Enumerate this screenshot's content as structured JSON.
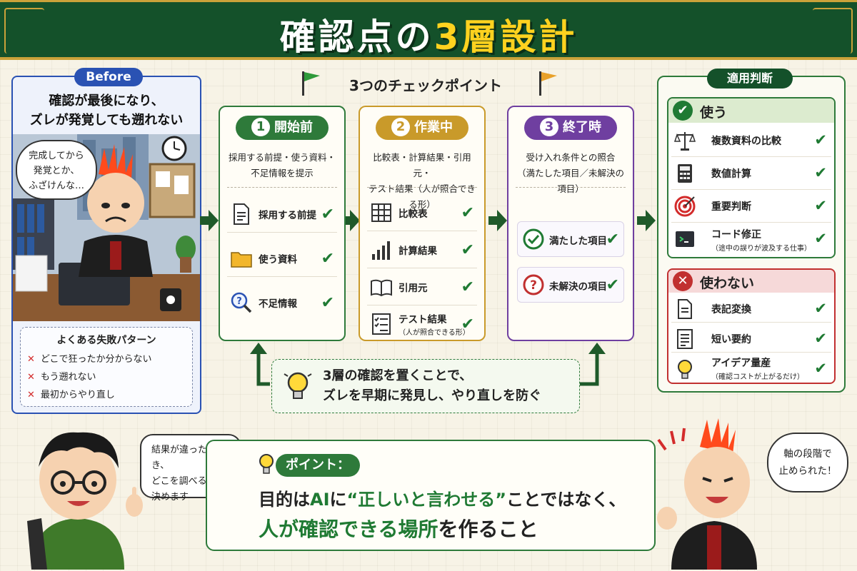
{
  "title": {
    "main": "確認点の",
    "accent": "3層設計"
  },
  "before": {
    "badge": "Before",
    "heading_line1": "確認が最後になり、",
    "heading_line2": "ズレが発覚しても遡れない",
    "speech_line1": "完成してから",
    "speech_line2": "発覚とか、",
    "speech_line3": "ふざけんな…",
    "failures_title": "よくある失敗パターン",
    "failures": [
      "どこで狂ったか分からない",
      "もう遡れない",
      "最初からやり直し"
    ]
  },
  "checkpoints": {
    "header": "3つのチェックポイント",
    "cards": [
      {
        "num": "1",
        "title": "開始前",
        "desc_line1": "採用する前提・使う資料・",
        "desc_line2": "不足情報を提示",
        "items": [
          {
            "label": "採用する前提",
            "sub": ""
          },
          {
            "label": "使う資料",
            "sub": ""
          },
          {
            "label": "不足情報",
            "sub": ""
          }
        ]
      },
      {
        "num": "2",
        "title": "作業中",
        "desc_line1": "比較表・計算結果・引用元・",
        "desc_line2": "テスト結果（人が照合できる形）",
        "items": [
          {
            "label": "比較表",
            "sub": ""
          },
          {
            "label": "計算結果",
            "sub": ""
          },
          {
            "label": "引用元",
            "sub": ""
          },
          {
            "label": "テスト結果",
            "sub": "（人が照合できる形）"
          }
        ]
      },
      {
        "num": "3",
        "title": "終了時",
        "desc_line1": "受け入れ条件との照合",
        "desc_line2": "（満たした項目／未解決の項目）",
        "items": [
          {
            "label": "満たした項目",
            "sub": ""
          },
          {
            "label": "未解決の項目",
            "sub": ""
          }
        ]
      }
    ],
    "check_mark": "✔"
  },
  "loop_note": {
    "line1": "3層の確認を置くことで、",
    "line2": "ズレを早期に発見し、やり直しを防ぐ"
  },
  "judgement": {
    "badge": "適用判断",
    "use_label": "使う",
    "use_items": [
      {
        "label": "複数資料の比較",
        "sub": ""
      },
      {
        "label": "数値計算",
        "sub": ""
      },
      {
        "label": "重要判断",
        "sub": ""
      },
      {
        "label": "コード修正",
        "sub": "（途中の誤りが波及する仕事）"
      }
    ],
    "nouse_label": "使わない",
    "nouse_items": [
      {
        "label": "表記変換",
        "sub": ""
      },
      {
        "label": "短い要約",
        "sub": ""
      },
      {
        "label": "アイデア量産",
        "sub": "（確認コストが上がるだけ）"
      }
    ]
  },
  "point": {
    "badge": "ポイント：",
    "line1_a": "目的は",
    "line1_ai": "AI",
    "line1_b": "に",
    "line1_quote": "“正しいと言わせる”",
    "line1_c": "ことではなく、",
    "line2_a": "人が確認できる場所",
    "line2_b": "を作ること"
  },
  "speech_left": {
    "line1": "結果が違ったとき、",
    "line2": "どこを調べるかで",
    "line3": "決めます"
  },
  "speech_right": {
    "line1": "軸の段階で",
    "line2": "止められた！"
  },
  "colors": {
    "title_bg": "#14512a",
    "accent_yellow": "#ffd21f",
    "before_blue": "#2a52b3",
    "step1_green": "#2e7a3a",
    "step2_gold": "#c99a2a",
    "step3_purple": "#6f3fa0",
    "no_red": "#c13030"
  }
}
